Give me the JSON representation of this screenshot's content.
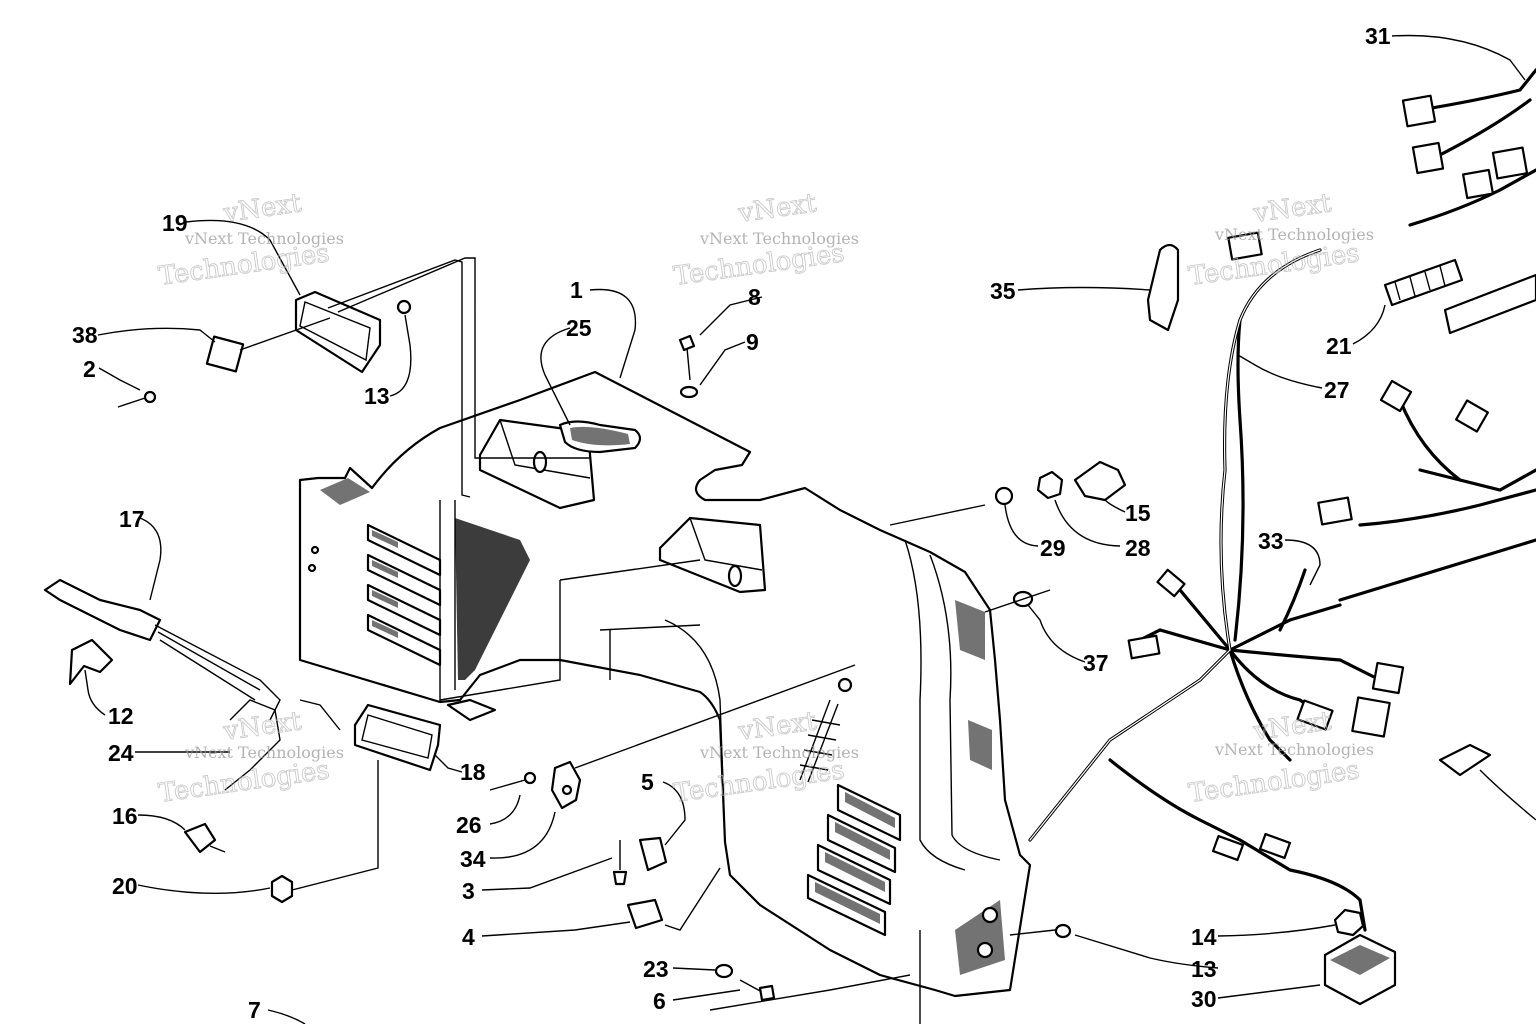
{
  "watermarks": [
    {
      "text": "vNext Technologies",
      "big": "Technologies",
      "big2": "vNext"
    },
    {
      "text": "vNext Technologies",
      "big": "Technologies",
      "big2": "vNext"
    },
    {
      "text": "vNext Technologies",
      "big": "Technologies",
      "big2": "vNext"
    },
    {
      "text": "vNext Technologies",
      "big": "Technologies",
      "big2": "vNext"
    },
    {
      "text": "vNext Technologies",
      "big": "Technologies",
      "big2": "vNext"
    },
    {
      "text": "vNext Technologies",
      "big": "Technologies",
      "big2": "vNext"
    }
  ],
  "callouts": [
    "31",
    "19",
    "1",
    "8",
    "9",
    "25",
    "38",
    "2",
    "13",
    "35",
    "21",
    "27",
    "17",
    "15",
    "29",
    "28",
    "33",
    "12",
    "37",
    "24",
    "18",
    "5",
    "16",
    "26",
    "34",
    "3",
    "20",
    "4",
    "14",
    "13",
    "23",
    "6",
    "30",
    "7"
  ]
}
